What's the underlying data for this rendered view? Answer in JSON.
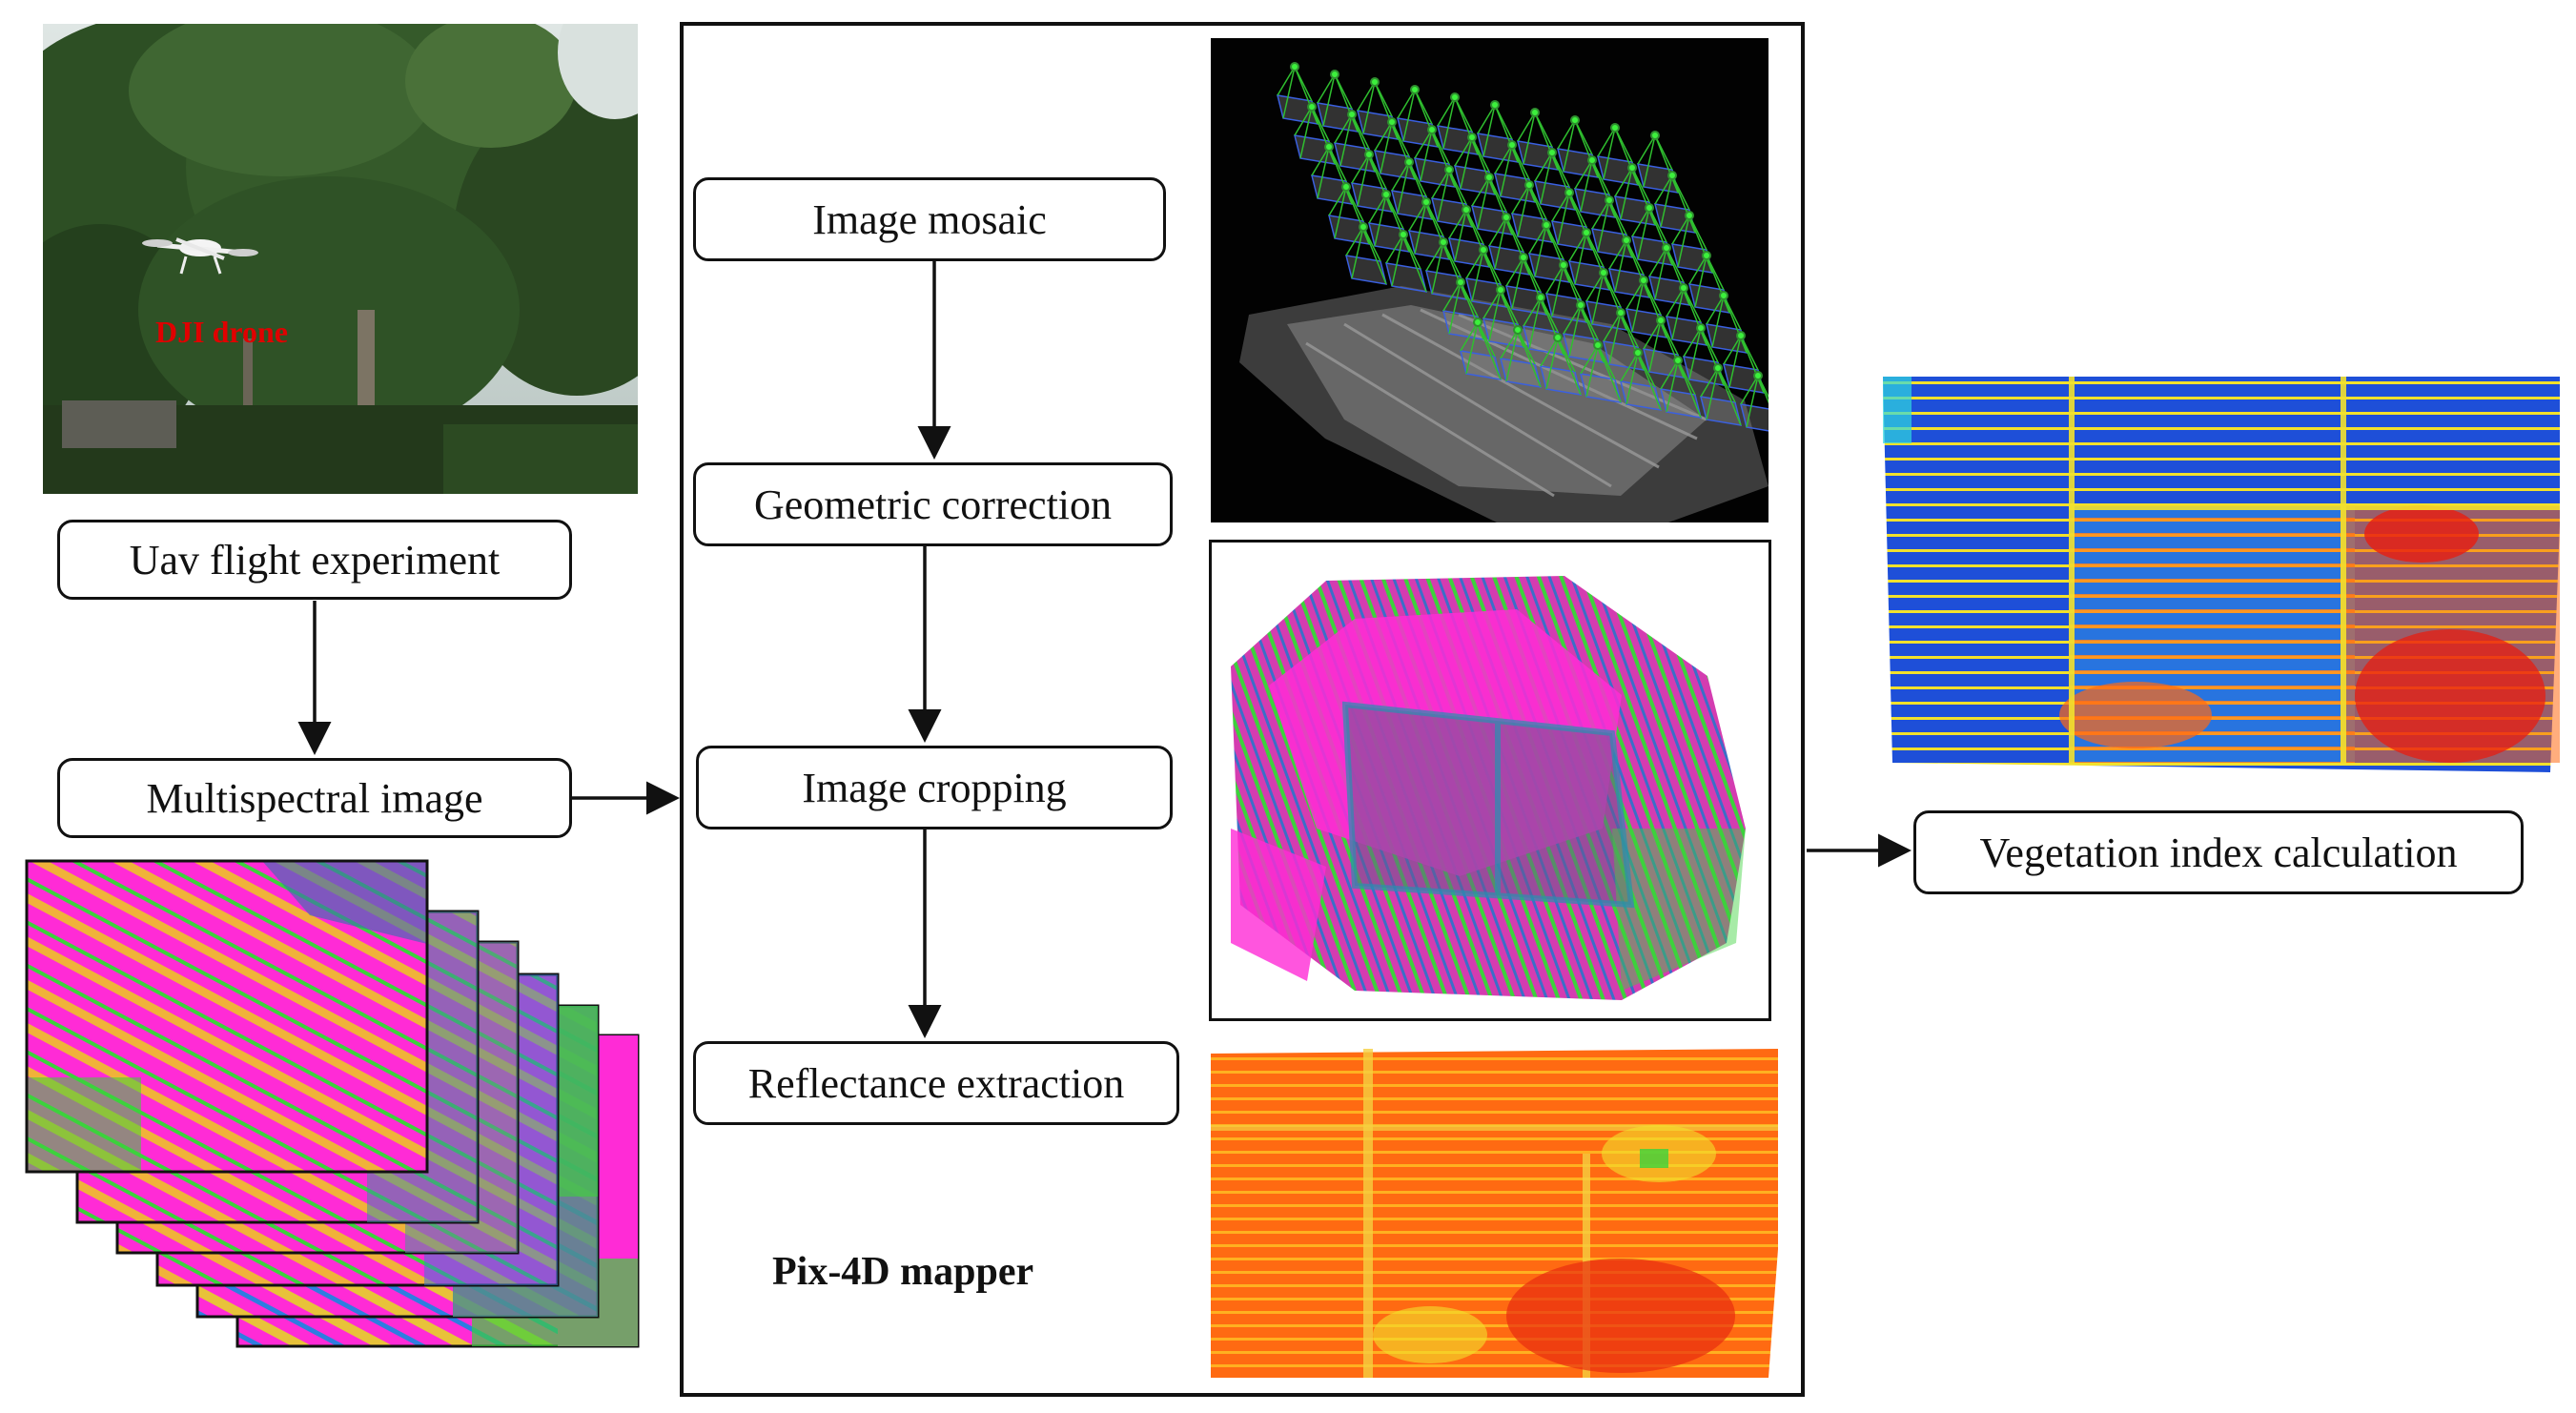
{
  "drone_photo": {
    "label": "DJI drone"
  },
  "steps": {
    "uav_flight": "Uav flight experiment",
    "multispectral": "Multispectral image",
    "mosaic": "Image mosaic",
    "geometric": "Geometric correction",
    "cropping": "Image cropping",
    "reflectance": "Reflectance extraction",
    "vegetation": "Vegetation index calculation"
  },
  "software": {
    "label": "Pix-4D mapper"
  },
  "colors": {
    "magenta": "#ff2bd6",
    "green": "#3cd23c",
    "blue": "#1e4fd8",
    "orange": "#ff7a10",
    "red": "#e81e10",
    "yellow": "#f2e12c"
  }
}
